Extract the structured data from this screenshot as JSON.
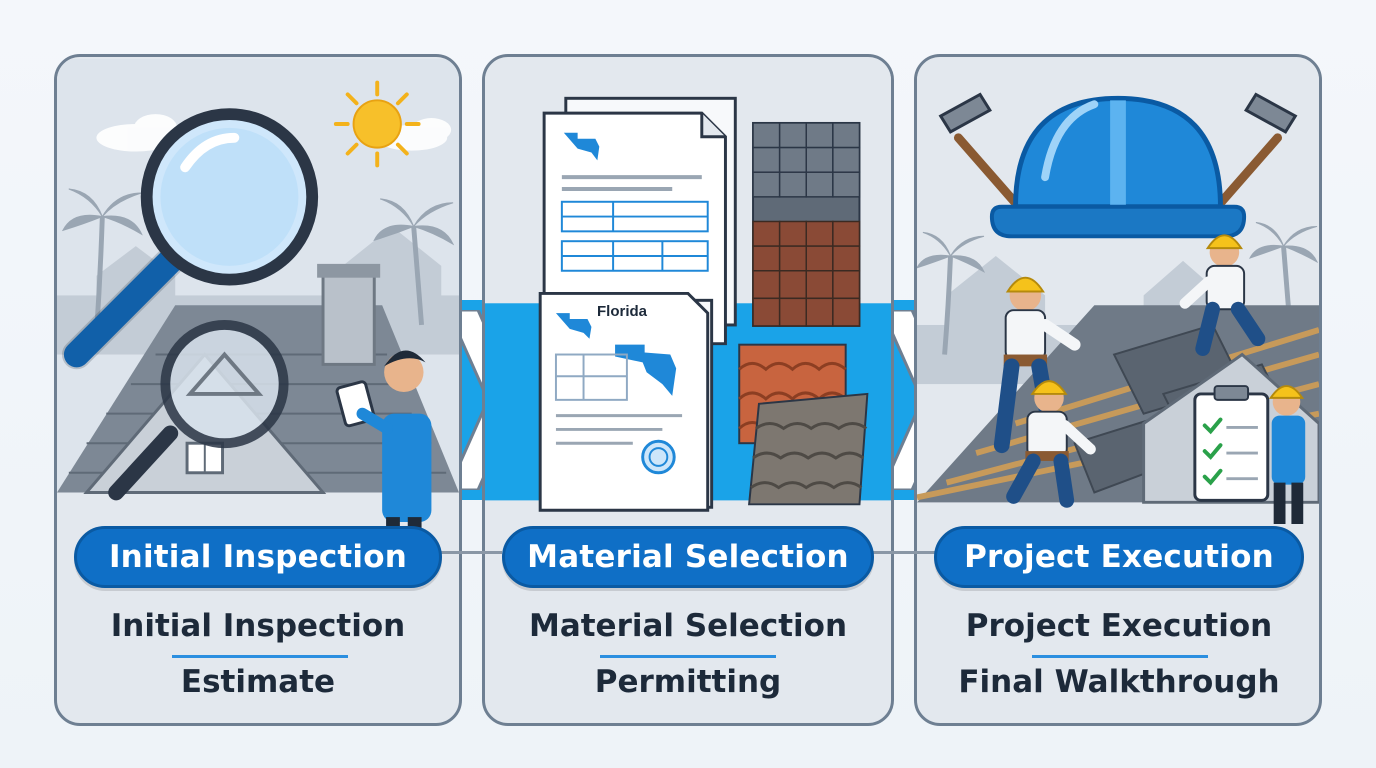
{
  "colors": {
    "primary_blue": "#0f6fc6",
    "light_blue": "#1aa3e8",
    "panel_border": "#6e7f92",
    "panel_bg": "#e3e8ee",
    "text_dark": "#1d2a3a"
  },
  "steps": [
    {
      "pill_label": "Initial Inspection",
      "line1": "Initial Inspection",
      "line2": "Estimate"
    },
    {
      "pill_label": "Material Selection",
      "line1": "Material Selection",
      "line2": "Permitting"
    },
    {
      "pill_label": "Project Execution",
      "line1": "Project Execution",
      "line2": "Final Walkthrough"
    }
  ],
  "document_label": "Florida",
  "icons": [
    "magnifying-glass-icon",
    "sun-icon",
    "palm-tree-icon",
    "house-icon",
    "inspector-icon",
    "document-icon",
    "florida-map-icon",
    "seal-icon",
    "shingle-icon",
    "tile-icon",
    "hard-hat-icon",
    "hammer-icon",
    "worker-icon",
    "clipboard-check-icon",
    "chevron-right-icon"
  ]
}
